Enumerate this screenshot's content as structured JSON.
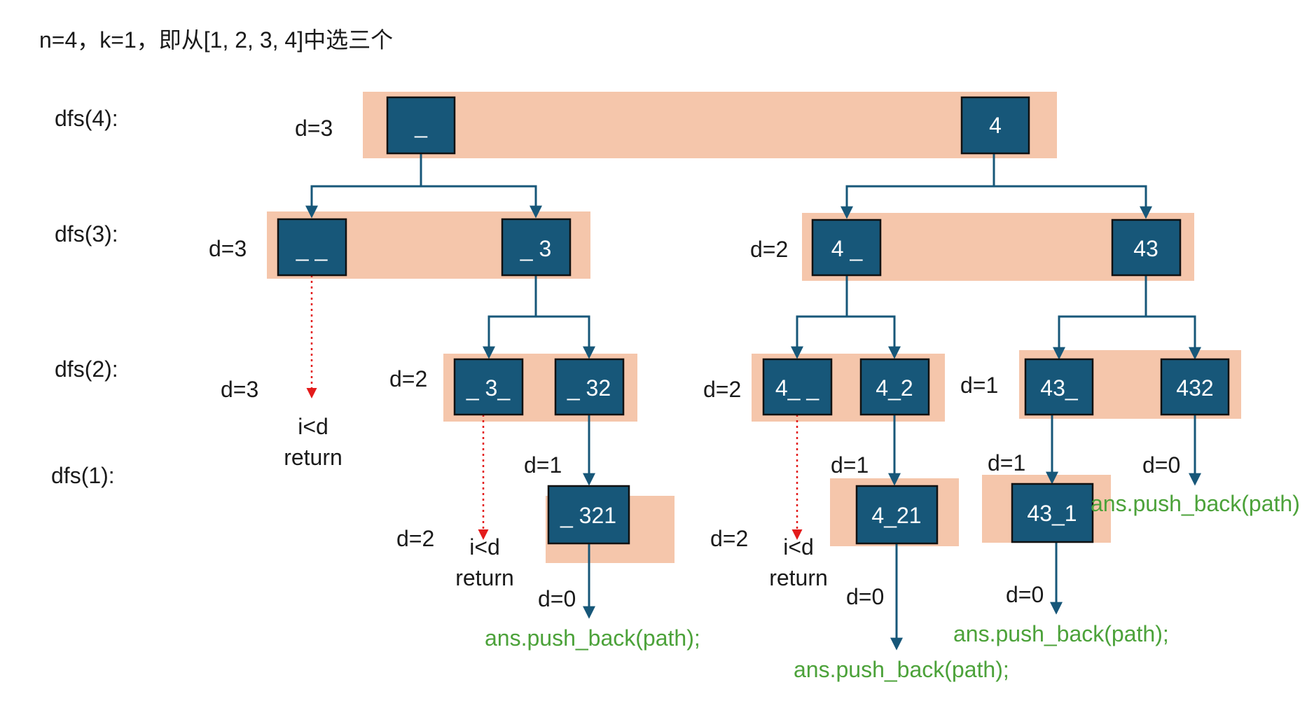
{
  "title": "n=4，k=1，即从[1, 2, 3, 4]中选三个",
  "levels": [
    "dfs(4):",
    "dfs(3):",
    "dfs(2):",
    "dfs(1):"
  ],
  "nodes": {
    "n_root_blank": "_",
    "n_root_4": "4",
    "n_blank_blank": "_ _",
    "n_blank_3": "_ 3",
    "n_4_blank": "4 _",
    "n_43": "43",
    "n_blank_3_blank": "_ 3_",
    "n_blank_32": "_ 32",
    "n_4_blank_blank": "4_ _",
    "n_4_2": "4_2",
    "n_43_blank": "43_",
    "n_432": "432",
    "n_blank_321": "_ 321",
    "n_4_21": "4_21",
    "n_43_1": "43_1"
  },
  "depth_labels": {
    "d_root": "d=3",
    "d_l1_left": "d=3",
    "d_l1_right": "d=2",
    "d_l2_a": "d=3",
    "d_l2_b": "d=2",
    "d_l2_c": "d=2",
    "d_l2_d": "d=1",
    "d_l3_a": "d=1",
    "d_l3_b": "d=1",
    "d_l3_c": "d=1",
    "d_l3_d": "d=0",
    "d_l4_a": "d=2",
    "d_l4_b": "d=2",
    "d_l5_a": "d=0",
    "d_l5_b": "d=0",
    "d_l5_c": "d=0"
  },
  "return_notes": {
    "cond": "i<d",
    "ret": "return"
  },
  "result_label": "ans.push_back(path);",
  "result_label_cut": "ans.push_back(path)",
  "colors": {
    "node_fill": "#175779",
    "band_fill": "#f5c6ab",
    "result_text": "#4ca23a",
    "dashed_edge": "#e31b1b"
  }
}
